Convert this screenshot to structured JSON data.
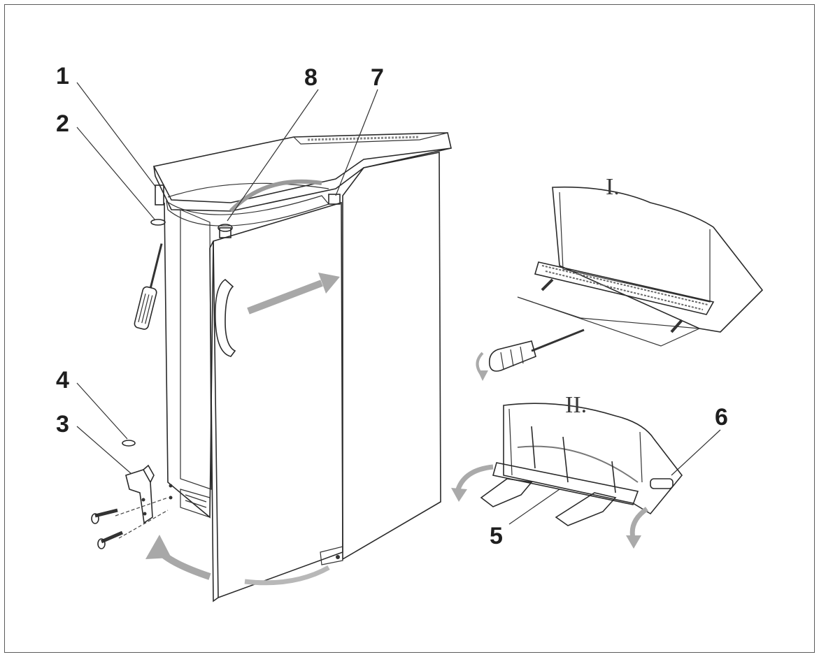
{
  "callouts": [
    "1",
    "2",
    "3",
    "4",
    "5",
    "6",
    "7",
    "8"
  ],
  "steps": [
    "I.",
    "II."
  ],
  "colors": {
    "outline": "#2a2a2a",
    "body_fill": "#f7f7f7",
    "shade": "#c8c8c8",
    "arrow": "#9a9a9a",
    "frame": "#5a5a5a"
  },
  "icons": [
    "screwdriver-icon",
    "screw-icon",
    "hinge-icon",
    "rotate-arrow-icon",
    "hand-icon"
  ]
}
